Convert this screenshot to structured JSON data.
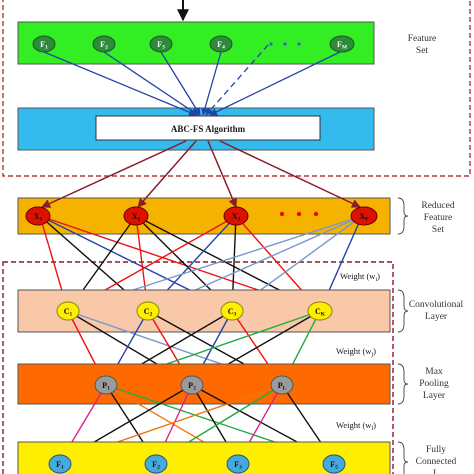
{
  "feature_set": {
    "label_line1": "Feature",
    "label_line2": "Set",
    "nodes": [
      {
        "letter": "F",
        "sub": "1"
      },
      {
        "letter": "F",
        "sub": "2"
      },
      {
        "letter": "F",
        "sub": "3"
      },
      {
        "letter": "F",
        "sub": "4"
      },
      {
        "letter": "F",
        "sub": "M"
      }
    ]
  },
  "algorithm": {
    "label": "ABC-FS Algorithm"
  },
  "reduced_feature_set": {
    "label_line1": "Reduced",
    "label_line2": "Feature",
    "label_line3": "Set",
    "nodes": [
      {
        "letter": "X",
        "sub": "1"
      },
      {
        "letter": "X",
        "sub": "2"
      },
      {
        "letter": "X",
        "sub": "3"
      },
      {
        "letter": "X",
        "sub": "F"
      }
    ]
  },
  "convolutional_layer": {
    "label_line1": "Convolutional",
    "label_line2": "Layer",
    "weight_label": "Weight (w",
    "weight_sub": "i",
    "weight_close": ")",
    "nodes": [
      {
        "letter": "C",
        "sub": "1"
      },
      {
        "letter": "C",
        "sub": "2"
      },
      {
        "letter": "C",
        "sub": "3"
      },
      {
        "letter": "C",
        "sub": "K"
      }
    ]
  },
  "max_pooling_layer": {
    "label_line1": "Max",
    "label_line2": "Pooling",
    "label_line3": "Layer",
    "weight_label": "Weight (w",
    "weight_sub": "j",
    "weight_close": ")",
    "nodes": [
      {
        "letter": "P",
        "sub": "1"
      },
      {
        "letter": "P",
        "sub": "2"
      },
      {
        "letter": "P",
        "sub": "L"
      }
    ]
  },
  "fully_connected_layer": {
    "label_line1": "Fully",
    "label_line2": "Connected",
    "label_line3": "L",
    "weight_label": "Weight (w",
    "weight_sub": "l",
    "weight_close": ")",
    "nodes": [
      {
        "letter": "F",
        "sub": "1"
      },
      {
        "letter": "F",
        "sub": "2"
      },
      {
        "letter": "F",
        "sub": "3"
      },
      {
        "letter": "F",
        "sub": "5"
      }
    ]
  },
  "colors": {
    "feature_band": "#33ee22",
    "feature_node": "#2e8b3a",
    "algo_band": "#33bbee",
    "reduced_band": "#f5b300",
    "reduced_node": "#dd1100",
    "conv_band": "#f8c8a8",
    "conv_node": "#ffee00",
    "pool_band": "#ff6a00",
    "pool_node": "#9a9a9a",
    "fc_band": "#ffee00",
    "fc_node": "#44aadd",
    "edge_blue": "#2244aa",
    "edge_darkred": "#8b1a2a",
    "edge_red": "#ee1111",
    "edge_black": "#111111",
    "edge_lightblue": "#7799cc",
    "edge_green": "#22aa44",
    "edge_orange": "#ee7711",
    "edge_magenta": "#dd2288",
    "dashed_border": "#aa1111"
  }
}
